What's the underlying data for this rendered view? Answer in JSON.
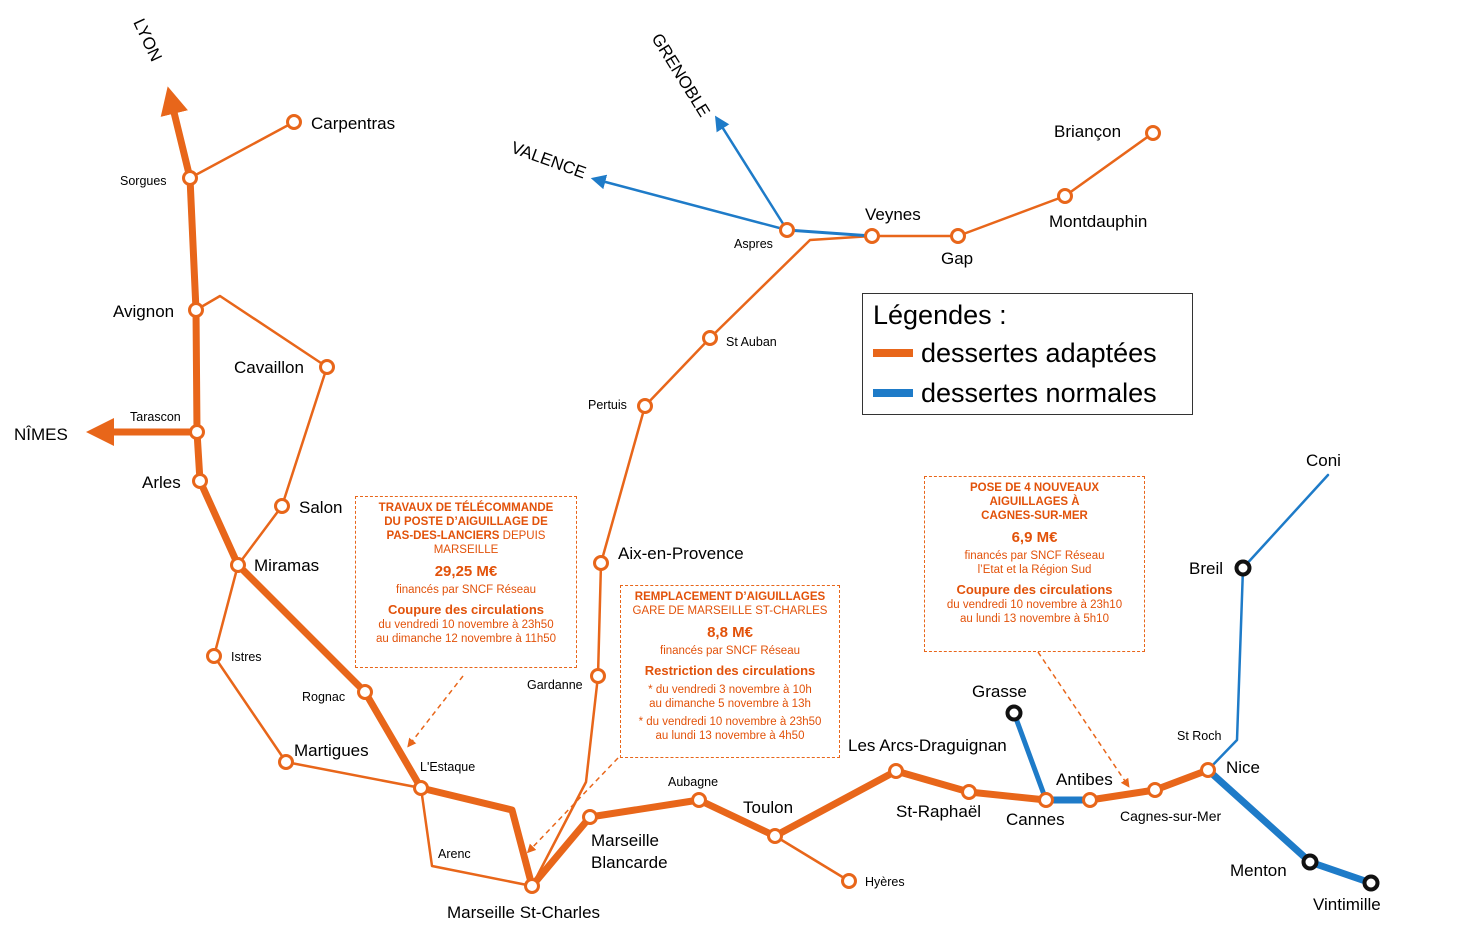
{
  "colors": {
    "adapted": "#e8661a",
    "normal": "#1e7bc8",
    "terminal_station": "#111111",
    "callout_text": "#e2520a"
  },
  "directions": {
    "lyon": "LYON",
    "nimes": "NÎMES",
    "grenoble": "GRENOBLE",
    "valence": "VALENCE"
  },
  "stations": {
    "carpentras": "Carpentras",
    "sorgues": "Sorgues",
    "avignon": "Avignon",
    "cavaillon": "Cavaillon",
    "tarascon": "Tarascon",
    "arles": "Arles",
    "salon": "Salon",
    "miramas": "Miramas",
    "istres": "Istres",
    "rognac": "Rognac",
    "martigues": "Martigues",
    "lestaque": "L'Estaque",
    "arenc": "Arenc",
    "marseille_st_charles": "Marseille St-Charles",
    "marseille_blancarde_1": "Marseille",
    "marseille_blancarde_2": "Blancarde",
    "aubagne": "Aubagne",
    "toulon": "Toulon",
    "hyeres": "Hyères",
    "les_arcs": "Les Arcs-Draguignan",
    "st_raphael": "St-Raphaël",
    "cannes": "Cannes",
    "grasse": "Grasse",
    "antibes": "Antibes",
    "cagnes": "Cagnes-sur-Mer",
    "nice": "Nice",
    "st_roch": "St Roch",
    "breil": "Breil",
    "coni": "Coni",
    "menton": "Menton",
    "vintimille": "Vintimille",
    "gardanne": "Gardanne",
    "aix": "Aix-en-Provence",
    "pertuis": "Pertuis",
    "st_auban": "St Auban",
    "aspres": "Aspres",
    "veynes": "Veynes",
    "gap": "Gap",
    "montdauphin": "Montdauphin",
    "briancon": "Briançon"
  },
  "legend": {
    "title": "Légendes :",
    "adapted_label": "dessertes adaptées",
    "normal_label": "dessertes normales"
  },
  "callouts": {
    "pas_des_lanciers": {
      "title_1": "TRAVAUX DE TÉLÉCOMMANDE",
      "title_2": "DU POSTE D’AIGUILLAGE DE",
      "title_3": "PAS-DES-LANCIERS",
      "title_3b": " DEPUIS",
      "title_4": "MARSEILLE",
      "amount": "29,25 M€",
      "funding": "financés par SNCF Réseau",
      "cut_title": "Coupure des circulations",
      "cut_line_1": "du vendredi 10 novembre à 23h50",
      "cut_line_2": "au dimanche 12 novembre à 11h50"
    },
    "st_charles": {
      "title_1": "REMPLACEMENT D’AIGUILLAGES",
      "title_2": "GARE DE MARSEILLE ST-CHARLES",
      "amount": "8,8 M€",
      "funding": "financés par SNCF Réseau",
      "restriction_title": "Restriction des circulations",
      "r1_line_1": "* du vendredi 3 novembre à 10h",
      "r1_line_2": "au dimanche 5 novembre à 13h",
      "r2_line_1": "* du vendredi 10 novembre à 23h50",
      "r2_line_2": "au lundi 13 novembre à 4h50"
    },
    "cagnes": {
      "title_1": "POSE DE 4 NOUVEAUX",
      "title_2": "AIGUILLAGES À",
      "title_3": "CAGNES-SUR-MER",
      "amount": "6,9 M€",
      "funding_1": "financés par SNCF Réseau",
      "funding_2": "l’Etat et la Région Sud",
      "cut_title": "Coupure des circulations",
      "cut_line_1": "du vendredi 10 novembre à 23h10",
      "cut_line_2": "au lundi 13 novembre à 5h10"
    }
  }
}
